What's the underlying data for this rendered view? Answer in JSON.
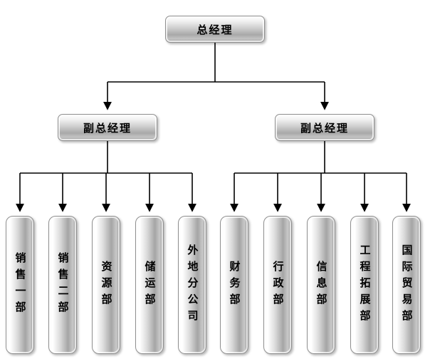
{
  "chart_title": "",
  "nodes": {
    "general_manager": "总经理",
    "deputy_left": "副总经理",
    "deputy_right": "副总经理",
    "departments": [
      "销售一部",
      "销售二部",
      "资源部",
      "储运部",
      "外地分公司",
      "财务部",
      "行政部",
      "信息部",
      "工程拓展部",
      "国际贸易部"
    ]
  },
  "colors": {
    "connector": "#000000",
    "box_metal_light": "#ffffff",
    "box_metal_dark": "#9a9a9a",
    "box_border": "#8f8f8f",
    "text": "#000000"
  }
}
